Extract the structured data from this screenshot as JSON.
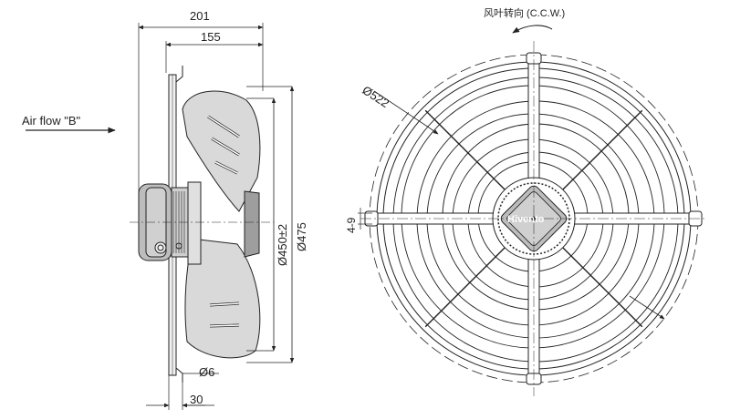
{
  "side_view": {
    "dim_overall_depth": "201",
    "dim_blade_depth": "155",
    "dim_inner_diameter": "Ø450±2",
    "dim_outer_diameter": "Ø475",
    "dim_hole": "Ø6",
    "dim_foot": "30",
    "airflow_label": "Air flow \"B\""
  },
  "front_view": {
    "rotation_label": "风叶转向 (C.C.W.)",
    "dim_guard_diameter": "Ø522",
    "dim_slot": "4-9",
    "brand": "Hivento"
  },
  "colors": {
    "line": "#222222",
    "blade_fill": "#d9d9d9",
    "motor_fill": "#bdbdbd"
  }
}
